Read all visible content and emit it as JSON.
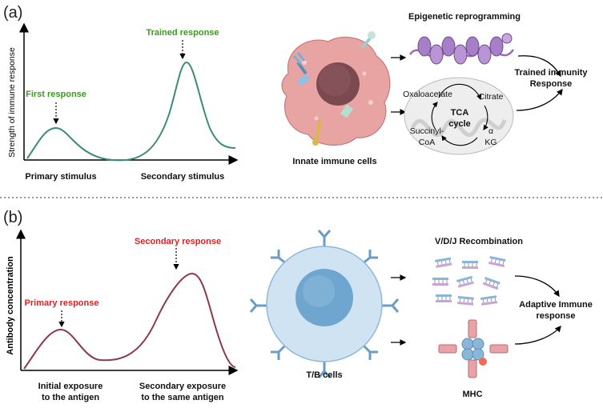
{
  "panel_a": {
    "label": "(a)",
    "y_axis": "Strength of immune response",
    "x_label_1": "Primary stimulus",
    "x_label_2": "Secondary stimulus",
    "peak_1": "First response",
    "peak_2": "Trained response",
    "cell_label": "Innate immune cells",
    "epigenetic": "Epigenetic reprogramming",
    "tca_title_1": "TCA",
    "tca_title_2": "cycle",
    "tca_oxaloacetate": "Oxaloacetate",
    "tca_citrate": "Citrate",
    "tca_succinyl_1": "Succinyl-",
    "tca_succinyl_2": "CoA",
    "tca_akg_1": "α",
    "tca_akg_2": "KG",
    "outcome_1": "Trained immunity",
    "outcome_2": "Response",
    "curve_color": "#3c8a78",
    "label_color": "#3a9a1e"
  },
  "panel_b": {
    "label": "(b)",
    "y_axis": "Antibody concentration",
    "x_label_1a": "Initial exposure",
    "x_label_1b": "to the antigen",
    "x_label_2a": "Secondary exposure",
    "x_label_2b": "to the same antigen",
    "peak_1": "Primary response",
    "peak_2": "Secondary response",
    "cell_label": "T/B cells",
    "vdj": "V/D/J Recombination",
    "mhc": "MHC",
    "outcome_1": "Adaptive Immune",
    "outcome_2": "response",
    "curve_color": "#8a3a4a",
    "label_color": "#e02020"
  }
}
